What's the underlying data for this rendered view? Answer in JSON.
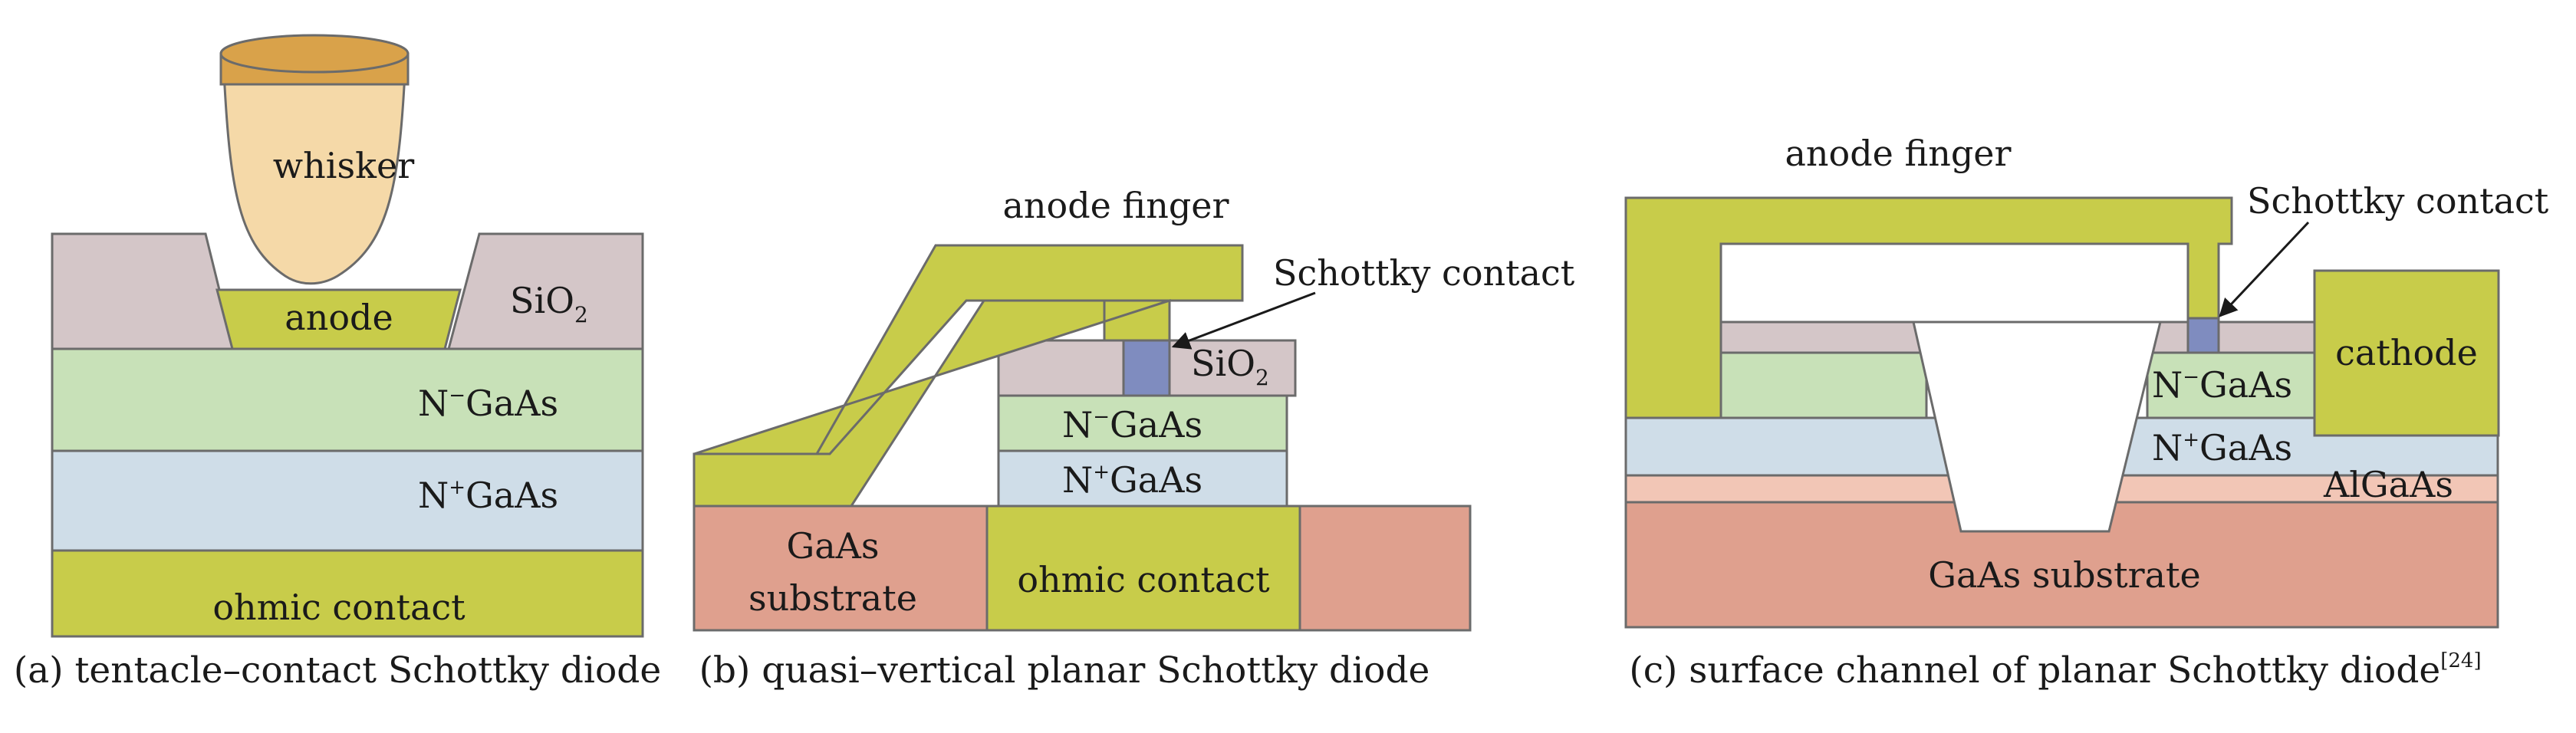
{
  "colors": {
    "metal": "#c8cc4a",
    "oxide": "#d4c6c8",
    "n_minus": "#c8e1b8",
    "n_plus": "#cfdde8",
    "substrate": "#dfa08e",
    "algaas": "#f2c6b6",
    "contact": "#7f8cbf",
    "whisker_body": "#f5d9a8",
    "whisker_cap": "#d9a24a",
    "outline": "#6b6b6b"
  },
  "panel_a": {
    "whisker": "whisker",
    "anode": "anode",
    "oxide": "SiO",
    "oxide_sub": "2",
    "n_minus_pre": "N",
    "n_minus_sup": "−",
    "n_minus_post": "GaAs",
    "n_plus_pre": "N",
    "n_plus_sup": "+",
    "n_plus_post": "GaAs",
    "ohmic": "ohmic contact",
    "caption": "(a) tentacle–contact Schottky diode"
  },
  "panel_b": {
    "anode_finger": "anode finger",
    "schottky": "Schottky contact",
    "oxide": "SiO",
    "oxide_sub": "2",
    "n_minus_pre": "N",
    "n_minus_sup": "−",
    "n_minus_post": "GaAs",
    "n_plus_pre": "N",
    "n_plus_sup": "+",
    "n_plus_post": "GaAs",
    "substrate_line1": "GaAs",
    "substrate_line2": "substrate",
    "ohmic": "ohmic contact",
    "caption": "(b) quasi–vertical planar Schottky diode"
  },
  "panel_c": {
    "anode_finger": "anode finger",
    "schottky": "Schottky contact",
    "cathode": "cathode",
    "n_minus_pre": "N",
    "n_minus_sup": "−",
    "n_minus_post": "GaAs",
    "n_plus_pre": "N",
    "n_plus_sup": "+",
    "n_plus_post": "GaAs",
    "algaas": "AlGaAs",
    "substrate": "GaAs substrate",
    "caption": "(c) surface channel of planar Schottky diode",
    "caption_ref": "[24]"
  }
}
